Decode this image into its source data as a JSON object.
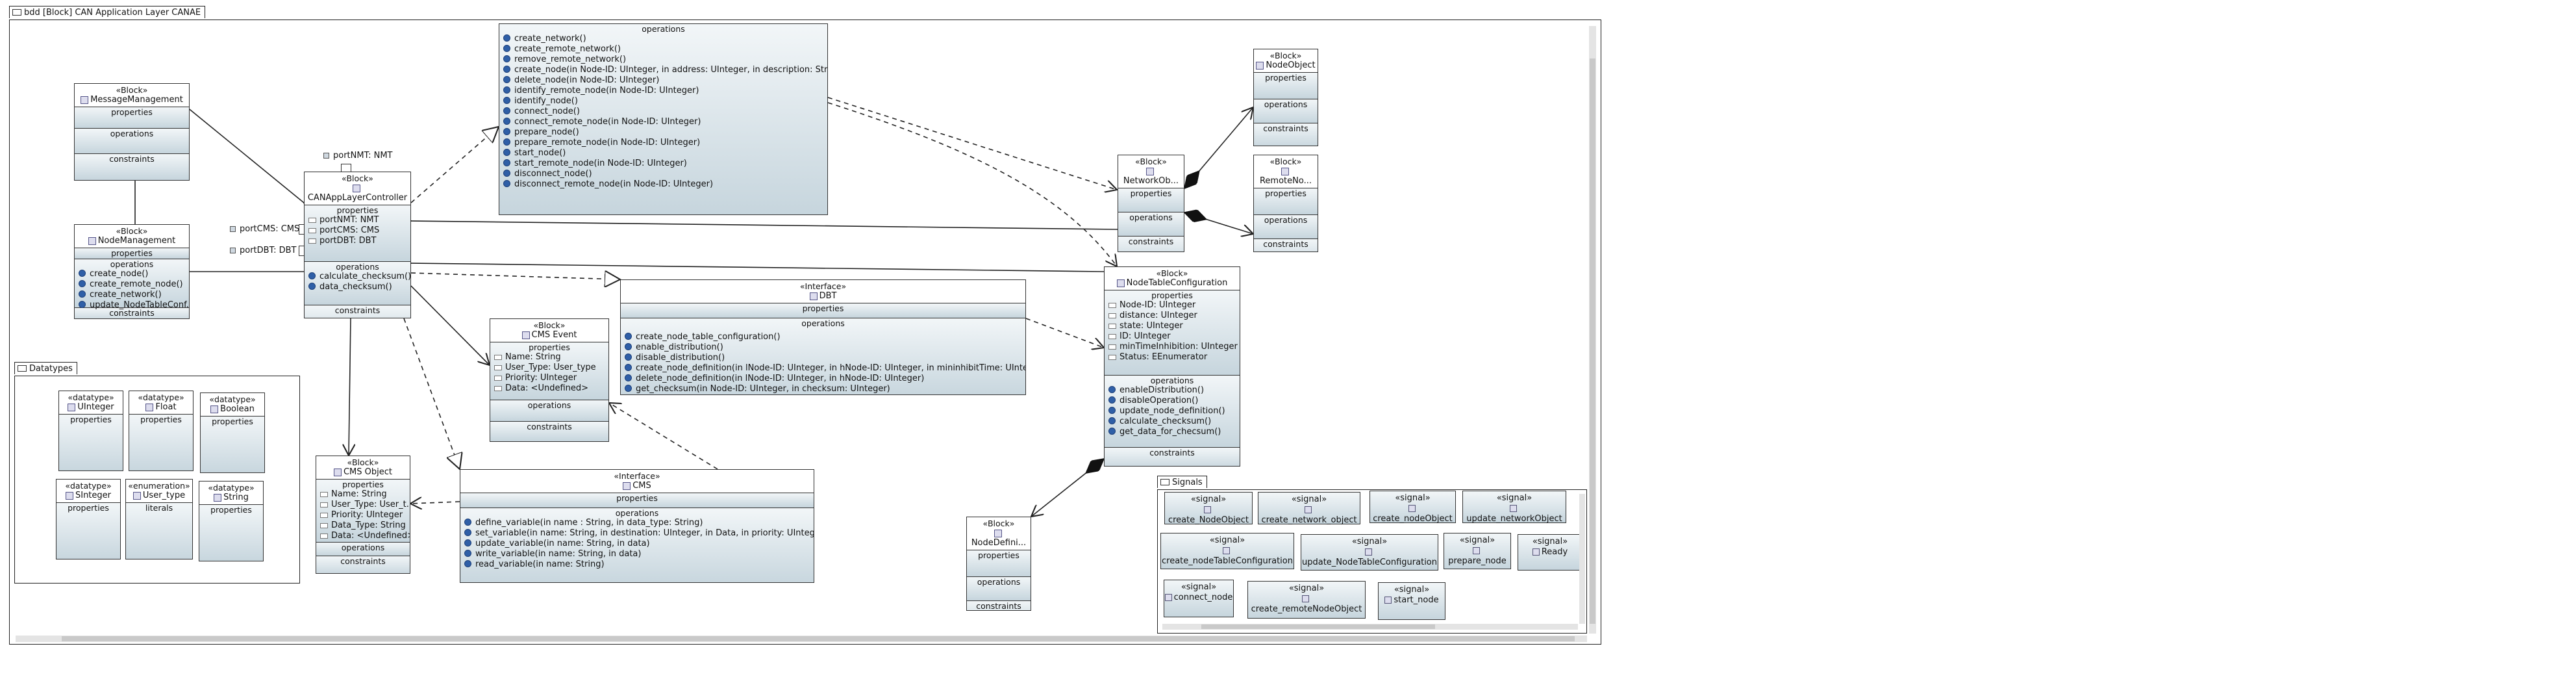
{
  "diagram": {
    "title": "bdd [Block] CAN Application Layer CANAE"
  },
  "labels": {
    "block": "«Block»",
    "interface": "«Interface»",
    "datatype": "«datatype»",
    "enumeration": "«enumeration»",
    "signal": "«signal»",
    "properties": "properties",
    "operations": "operations",
    "constraints": "constraints",
    "literals": "literals"
  },
  "blocks": {
    "message_management": {
      "name": "MessageManagement"
    },
    "node_management": {
      "name": "NodeManagement",
      "operations": [
        "create_node()",
        "create_remote_node()",
        "create_network()",
        "update_NodeTableConf..."
      ]
    },
    "can_app": {
      "name": "CANAppLayerController",
      "properties": [
        "portNMT: NMT",
        "portCMS: CMS",
        "portDBT: DBT"
      ],
      "operations": [
        "calculate_checksum()",
        "data_checksum()"
      ]
    },
    "network_ops": {
      "operations": [
        "create_network()",
        "create_remote_network()",
        "remove_remote_network()",
        "create_node(in Node-ID: UInteger, in address: UInteger, in description: String)",
        "delete_node(in Node-ID: UInteger)",
        "identify_remote_node(in Node-ID: UInteger)",
        "identify_node()",
        "connect_node()",
        "connect_remote_node(in Node-ID: UInteger)",
        "prepare_node()",
        "prepare_remote_node(in Node-ID: UInteger)",
        "start_node()",
        "start_remote_node(in Node-ID: UInteger)",
        "disconnect_node()",
        "disconnect_remote_node(in Node-ID: UInteger)"
      ]
    },
    "cms_event": {
      "name": "CMS Event",
      "properties": [
        "Name: String",
        "User_Type: User_type",
        "Priority: UInteger",
        "Data: <Undefined>"
      ]
    },
    "dbt": {
      "name": "DBT",
      "operations": [
        "create_node_table_configuration()",
        "enable_distribution()",
        "disable_distribution()",
        "create_node_definition(in lNode-ID: UInteger, in hNode-ID: UInteger, in mininhibitTime: UInteger)",
        "delete_node_definition(in lNode-ID: UInteger, in hNode-ID: UInteger)",
        "get_checksum(in Node-ID: UInteger, in checksum: UInteger)"
      ]
    },
    "cms": {
      "name": "CMS",
      "operations": [
        "define_variable(in name : String, in data_type: String)",
        "set_variable(in name: String, in destination: UInteger, in Data, in priority: UInteger)",
        "update_variable(in name: String, in data)",
        "write_variable(in name: String, in data)",
        "read_variable(in name: String)"
      ]
    },
    "cms_object": {
      "name": "CMS Object",
      "properties": [
        "Name: String",
        "User_Type: User_t...",
        "Priority: UInteger",
        "Data_Type: String",
        "Data: <Undefined>"
      ]
    },
    "network_ob": {
      "name": "NetworkOb..."
    },
    "node_object": {
      "name": "NodeObject"
    },
    "remote_no": {
      "name": "RemoteNo..."
    },
    "node_table_config": {
      "name": "NodeTableConfiguration",
      "properties": [
        "Node-ID: UInteger",
        "distance: UInteger",
        "state: UInteger",
        "ID: UInteger",
        "minTimeInhibition: UInteger",
        "Status: EEnumerator"
      ],
      "operations": [
        "enableDistribution()",
        "disableOperation()",
        "update_node_definition()",
        "calculate_checksum()",
        "get_data_for_checsum()"
      ]
    },
    "node_defini": {
      "name": "NodeDefini..."
    }
  },
  "ports": {
    "nmt": "portNMT: NMT",
    "cms": "portCMS: CMS",
    "dbt": "portDBT: DBT"
  },
  "datatypes_pkg": {
    "title": "Datatypes",
    "types": [
      "UInteger",
      "Float",
      "Boolean",
      "SInteger",
      "User_type",
      "String"
    ]
  },
  "signals_pkg": {
    "title": "Signals",
    "signals": [
      "create_NodeObject",
      "create_network_object",
      "create_nodeObject",
      "update_networkObject",
      "create_nodeTableConfiguration",
      "update_NodeTableConfiguration",
      "prepare_node",
      "Ready",
      "connect_node",
      "create_remoteNodeObject",
      "start_node"
    ]
  },
  "colors": {
    "section_top": "#f2f6f8",
    "section_bottom": "#c6d5dd",
    "operation_dot": "#2f5fa7"
  }
}
